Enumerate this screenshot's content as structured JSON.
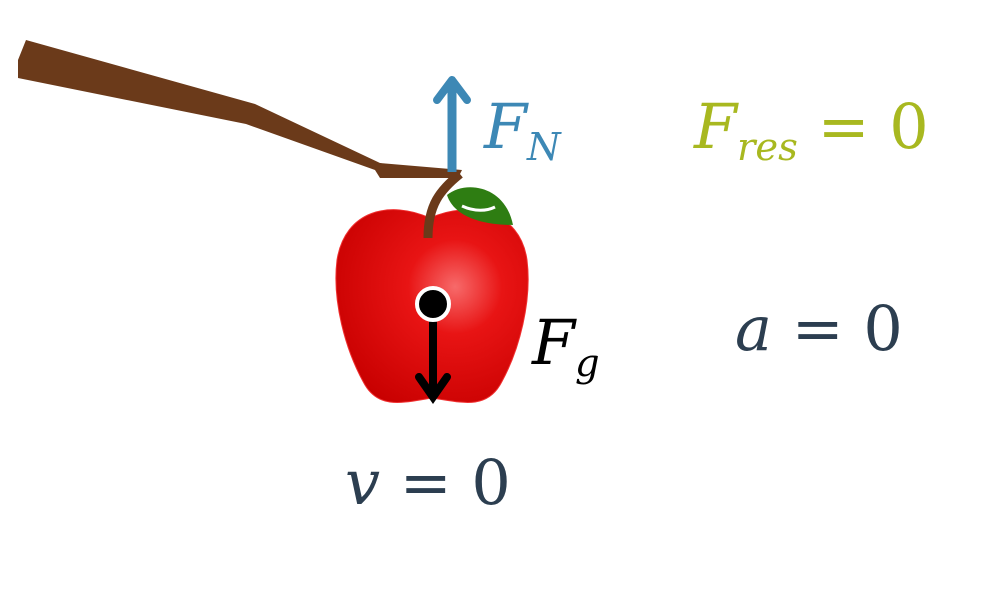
{
  "colors": {
    "normal_force": "#3d88b5",
    "gravity": "#000000",
    "resultant": "#a8b820",
    "text": "#2c3e50",
    "apple": "#e00a0a",
    "branch": "#6b3a1a",
    "leaf": "#2e7d12"
  },
  "labels": {
    "normal_force": {
      "symbol": "F",
      "subscript": "N"
    },
    "gravity": {
      "symbol": "F",
      "subscript": "g"
    },
    "resultant": {
      "symbol": "F",
      "subscript": "res",
      "equals": "= 0"
    },
    "acceleration": {
      "symbol": "a",
      "equals": "= 0"
    },
    "velocity": {
      "symbol": "v",
      "equals": "= 0"
    }
  }
}
